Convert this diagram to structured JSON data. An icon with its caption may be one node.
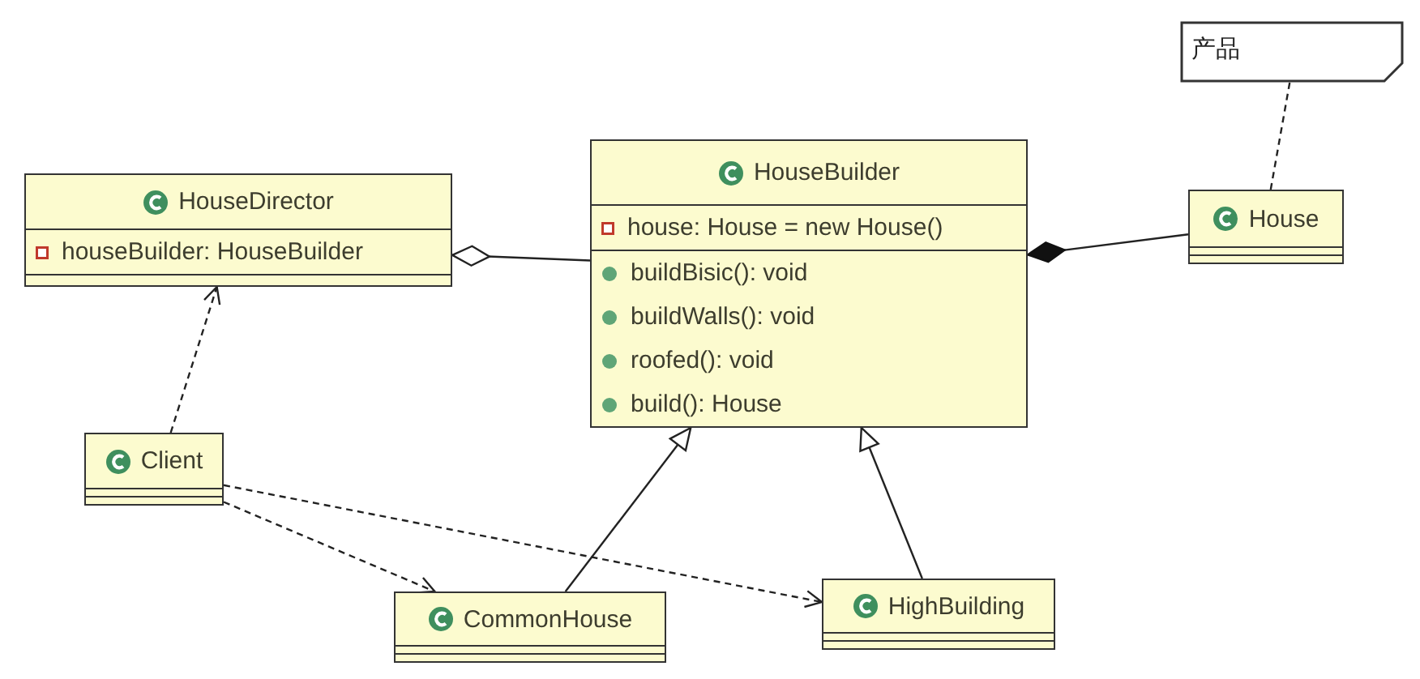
{
  "diagram": {
    "nodes": [
      {
        "text": [
          "HouseDirector",
          "houseBuilder: HouseBuilder"
        ]
      },
      {
        "text": [
          "HouseBuilder",
          "house: House = new House()",
          "buildBisic(): void",
          "buildWalls(): void",
          "roofed(): void",
          "build(): House"
        ]
      },
      {
        "text": [
          "House"
        ]
      },
      {
        "text": [
          "产品"
        ]
      },
      {
        "text": [
          "Client"
        ]
      },
      {
        "text": [
          "CommonHouse"
        ]
      },
      {
        "text": [
          "HighBuilding"
        ]
      }
    ],
    "edges": [
      {
        "from": 4,
        "to": 0,
        "arrow": "to",
        "style": "dashed"
      },
      {
        "from": 0,
        "to": 1,
        "arrow": "other"
      },
      {
        "from": 1,
        "to": 2,
        "arrow": "other"
      },
      {
        "from": 3,
        "to": 2,
        "arrow": "none",
        "style": "dashed"
      },
      {
        "from": 4,
        "to": 5,
        "arrow": "to",
        "style": "dashed"
      },
      {
        "from": 4,
        "to": 6,
        "arrow": "to",
        "style": "dashed"
      },
      {
        "from": 5,
        "to": 1,
        "arrow": "to"
      },
      {
        "from": 6,
        "to": 1,
        "arrow": "to"
      }
    ]
  }
}
